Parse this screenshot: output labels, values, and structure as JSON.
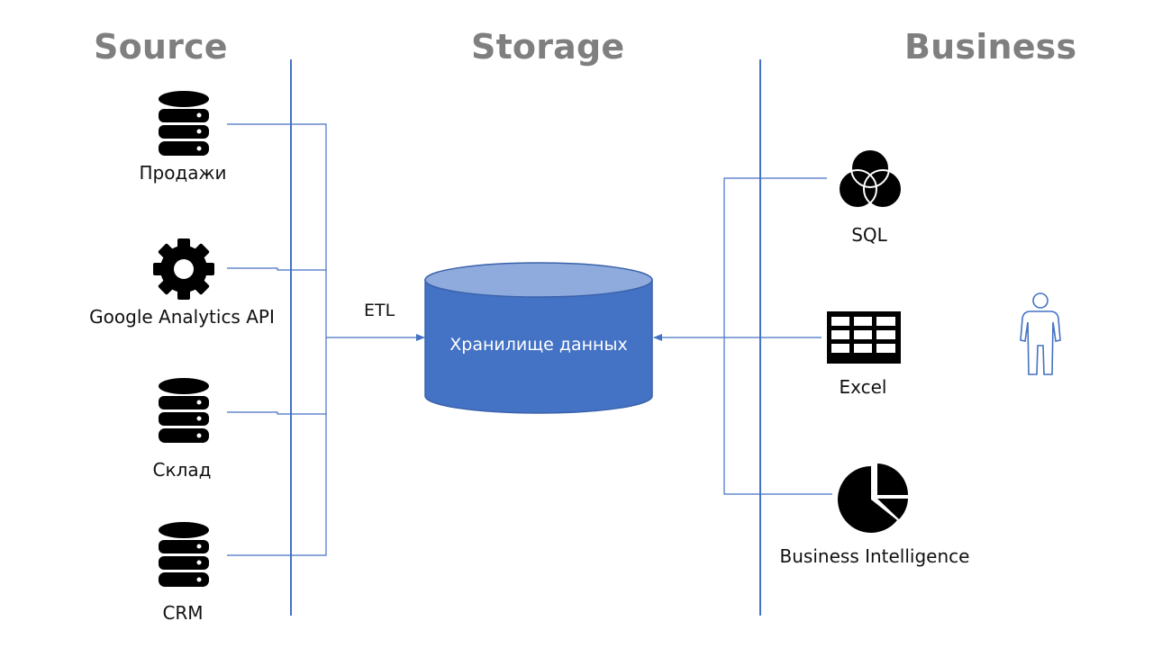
{
  "headings": {
    "source": "Source",
    "storage": "Storage",
    "business": "Business"
  },
  "sources": [
    {
      "label": "Продажи",
      "icon": "database-icon"
    },
    {
      "label": "Google Analytics API",
      "icon": "gear-icon"
    },
    {
      "label": "Склад",
      "icon": "database-icon"
    },
    {
      "label": "CRM",
      "icon": "database-icon"
    }
  ],
  "storage": {
    "label": "Хранилище данных",
    "etl_label": "ETL",
    "icon": "cylinder-icon"
  },
  "consumers": [
    {
      "label": "SQL",
      "icon": "venn-circles-icon"
    },
    {
      "label": "Excel",
      "icon": "table-grid-icon"
    },
    {
      "label": "Business Intelligence",
      "icon": "pie-chart-icon"
    }
  ],
  "user_icon": "person-icon",
  "colors": {
    "heading": "#7f7f7f",
    "line": "#4472c4",
    "cylinder_body": "#4472c4",
    "cylinder_top": "#8faadc",
    "icon": "#000000"
  }
}
